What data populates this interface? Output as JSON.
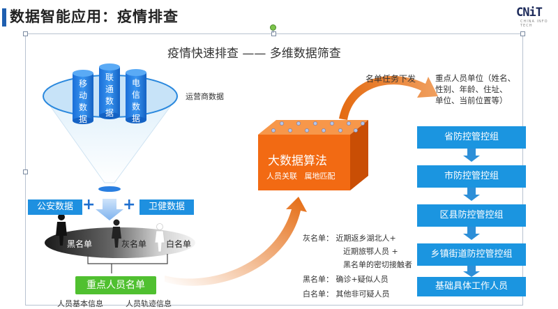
{
  "header": {
    "title": "数据智能应用：疫情排查",
    "logo_text": "CNiT",
    "logo_sub": "CHINA INFO TECH"
  },
  "diagram": {
    "subtitle": "疫情快速排查 —— 多维数据筛查",
    "carrier_label": "运营商数据",
    "cylinders": [
      {
        "label": "移动数据"
      },
      {
        "label": "联通数据"
      },
      {
        "label": "电信数据"
      }
    ],
    "sources": {
      "left": "公安数据",
      "right": "卫健数据"
    },
    "lists": {
      "black": "黑名单",
      "grey": "灰名单",
      "white": "白名单"
    },
    "key_list": "重点人员名单",
    "key_list_items": [
      "人员基本信息",
      "人员轨迹信息"
    ],
    "algorithm": {
      "title": "大数据算法",
      "subtitle": "人员关联   属地匹配"
    },
    "dispatch_label": "名单任务下发",
    "unit_note": [
      "重点人员单位（姓名、",
      "性别、年龄、住址、",
      "单位、当前位置等）"
    ],
    "flow": [
      "省防控管控组",
      "市防控管控组",
      "区县防控管控组",
      "乡镇街道防控管控组",
      "基础具体工作人员"
    ],
    "legend": [
      "灰名单：  近期返乡湖北人+",
      "近期旅鄂人员 +",
      "黑名单的密切接触者",
      "黑名单：  确诊+疑似人员",
      "白名单：  其他非可疑人员"
    ]
  }
}
